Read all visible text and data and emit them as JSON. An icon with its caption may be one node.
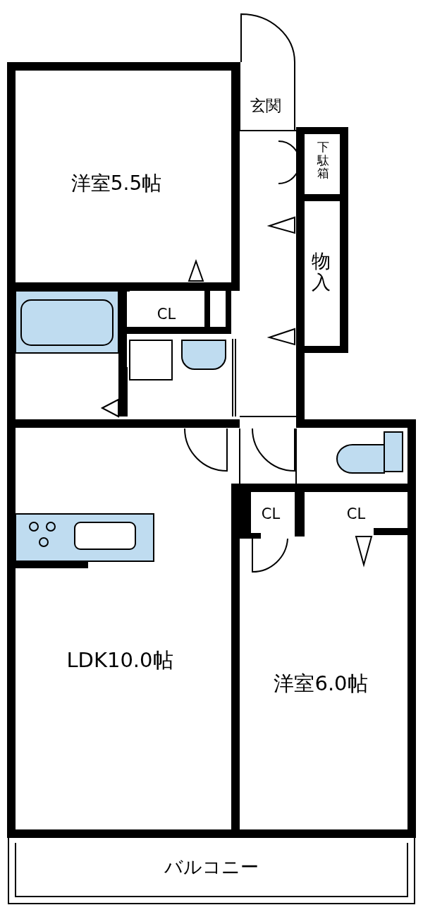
{
  "diagram": {
    "labels": [
      "玄関",
      "下駄箱",
      "洋室5.5帖",
      "物入",
      "CL",
      "CL",
      "CL",
      "LDK10.0帖",
      "洋室6.0帖",
      "バルコニー"
    ]
  }
}
